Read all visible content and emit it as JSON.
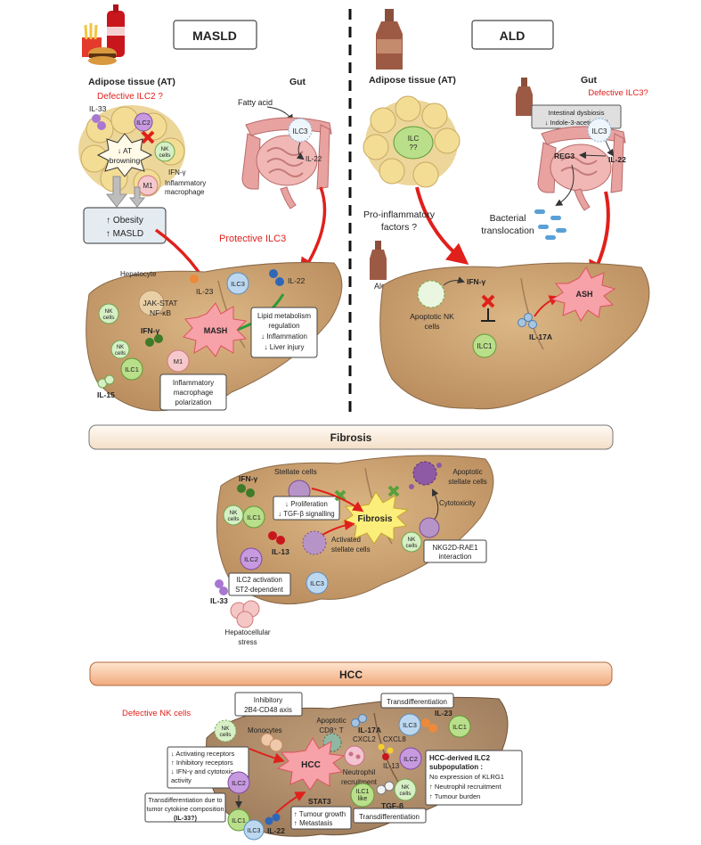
{
  "masld": {
    "title": "MASLD",
    "at_title": "Adipose tissue (AT)",
    "gut_title": "Gut",
    "defective_ilc2": "Defective ILC2 ?",
    "il33": "IL-33",
    "ilc2": "ILC2",
    "at_browning_1": "↓ AT",
    "at_browning_2": "browning",
    "nk_1": "NK",
    "nk_2": "cells",
    "m1": "M1",
    "ifng": "IFN-γ",
    "inflam_mac_1": "Inflammatory",
    "inflam_mac_2": "macrophage",
    "obesity": "↑ Obesity",
    "masld_up": "↑ MASLD",
    "fatty_acid": "Fatty acid",
    "ilc3": "ILC3",
    "il22": "IL-22",
    "protective_ilc3": "Protective ILC3",
    "hepatocyte": "Hepatocyte",
    "jak_stat_1": "JAK-STAT",
    "jak_stat_2": "NF-κB",
    "il23": "IL-23",
    "mash": "MASH",
    "lipid_1": "Lipid metabolism",
    "lipid_2": "regulation",
    "lipid_3": "↓ Inflammation",
    "lipid_4": "↓ Liver injury",
    "ilc1": "ILC1",
    "il15": "IL-15",
    "polar_1": "Inflammatory",
    "polar_2": "macrophage",
    "polar_3": "polarization"
  },
  "ald": {
    "title": "ALD",
    "at_title": "Adipose tissue (AT)",
    "gut_title": "Gut",
    "defective_ilc3": "Defective ILC3?",
    "dysbiosis_1": "Intestinal dysbiosis",
    "dysbiosis_2": "↓ Indole-3-acetic acid",
    "ilc_1": "ILC",
    "ilc_2": "??",
    "ilc3": "ILC3",
    "reg3": "REG3",
    "il22": "IL-22",
    "pro_inflam_1": "Pro-inflammatory",
    "pro_inflam_2": "factors ?",
    "bacterial_1": "Bacterial",
    "bacterial_2": "translocation",
    "alcohol": "Alcohol",
    "ifng": "IFN-γ",
    "ash": "ASH",
    "apoptotic_nk_1": "Apoptotic NK",
    "apoptotic_nk_2": "cells",
    "ilc1": "ILC1",
    "il17a": "IL-17A"
  },
  "fibrosis": {
    "title": "Fibrosis",
    "stellate": "Stellate cells",
    "ifng": "IFN-γ",
    "prolif_1": "↓ Proliferation",
    "prolif_2": "↓ TGF-β  signalling",
    "fibrosis_label": "Fibrosis",
    "apoptotic_stellate_1": "Apoptotic",
    "apoptotic_stellate_2": "stellate cells",
    "cytotoxicity": "Cytotoxicity",
    "nk_1": "NK",
    "nk_2": "cells",
    "ilc1": "ILC1",
    "il13": "IL-13",
    "activated_1": "Activated",
    "activated_2": "stellate cells",
    "nkg2d_1": "NKG2D-RAE1",
    "nkg2d_2": "interaction",
    "ilc2": "ILC2",
    "ilc2_act_1": "ILC2 activation",
    "ilc2_act_2": "ST2-dependent",
    "il33": "IL-33",
    "ilc3": "ILC3",
    "hep_stress_1": "Hepatocellular",
    "hep_stress_2": "stress"
  },
  "hcc": {
    "title": "HCC",
    "inhibitory_1": "Inhibitory",
    "inhibitory_2": "2B4-CD48 axis",
    "apoptotic_cd8_1": "Apoptotic",
    "apoptotic_cd8_2": "CD8⁺ T",
    "transdiff_top": "Transdifferentiation",
    "il23": "IL-23",
    "ilc3": "ILC3",
    "ilc1": "ILC1",
    "defective_nk": "Defective NK cells",
    "nk_1": "NK",
    "nk_2": "cells",
    "monocytes": "Monocytes",
    "il17a": "IL-17A",
    "cxcl2": "CXCL2",
    "cxcl8": "CXCL8",
    "act_1": "↓ Activating receptors",
    "act_2": "↑ Inhibitory receptors",
    "act_3": "↓ IFN-γ and cytotoxic",
    "act_4": "activity",
    "hcc_label": "HCC",
    "neutrophil_1": "Neutrophil",
    "neutrophil_2": "recruitment",
    "il13": "IL-13",
    "ilc2": "ILC2",
    "hcc_ilc2_1": "HCC-derived ILC2",
    "hcc_ilc2_2": "subpopulation :",
    "hcc_ilc2_3": "No expression of KLRG1",
    "hcc_ilc2_4": "↑ Neutrophil recruitment",
    "hcc_ilc2_5": "↑ Tumour burden",
    "td_cyto_1": "Transdifferentiation due to",
    "td_cyto_2": "tumor cytokine composition",
    "td_cyto_3": "(IL-33?)",
    "ilc1_like_1": "ILC1",
    "ilc1_like_2": "like",
    "tgfb": "TGF-β",
    "stat3": "STAT3",
    "growth_1": "↑ Tumour growth",
    "growth_2": "↑ Metastasis",
    "transdiff_bottom": "Transdifferentiation",
    "il22": "IL-22"
  },
  "colors": {
    "liver": "#c9a071",
    "ilc1": "#b9df8a",
    "ilc2": "#c79ae0",
    "ilc3": "#bcd8f0",
    "nk": "#d6efc5",
    "red_arrow": "#e0201b",
    "gut": "#e8a3a1",
    "adipose": "#f1d98b"
  }
}
